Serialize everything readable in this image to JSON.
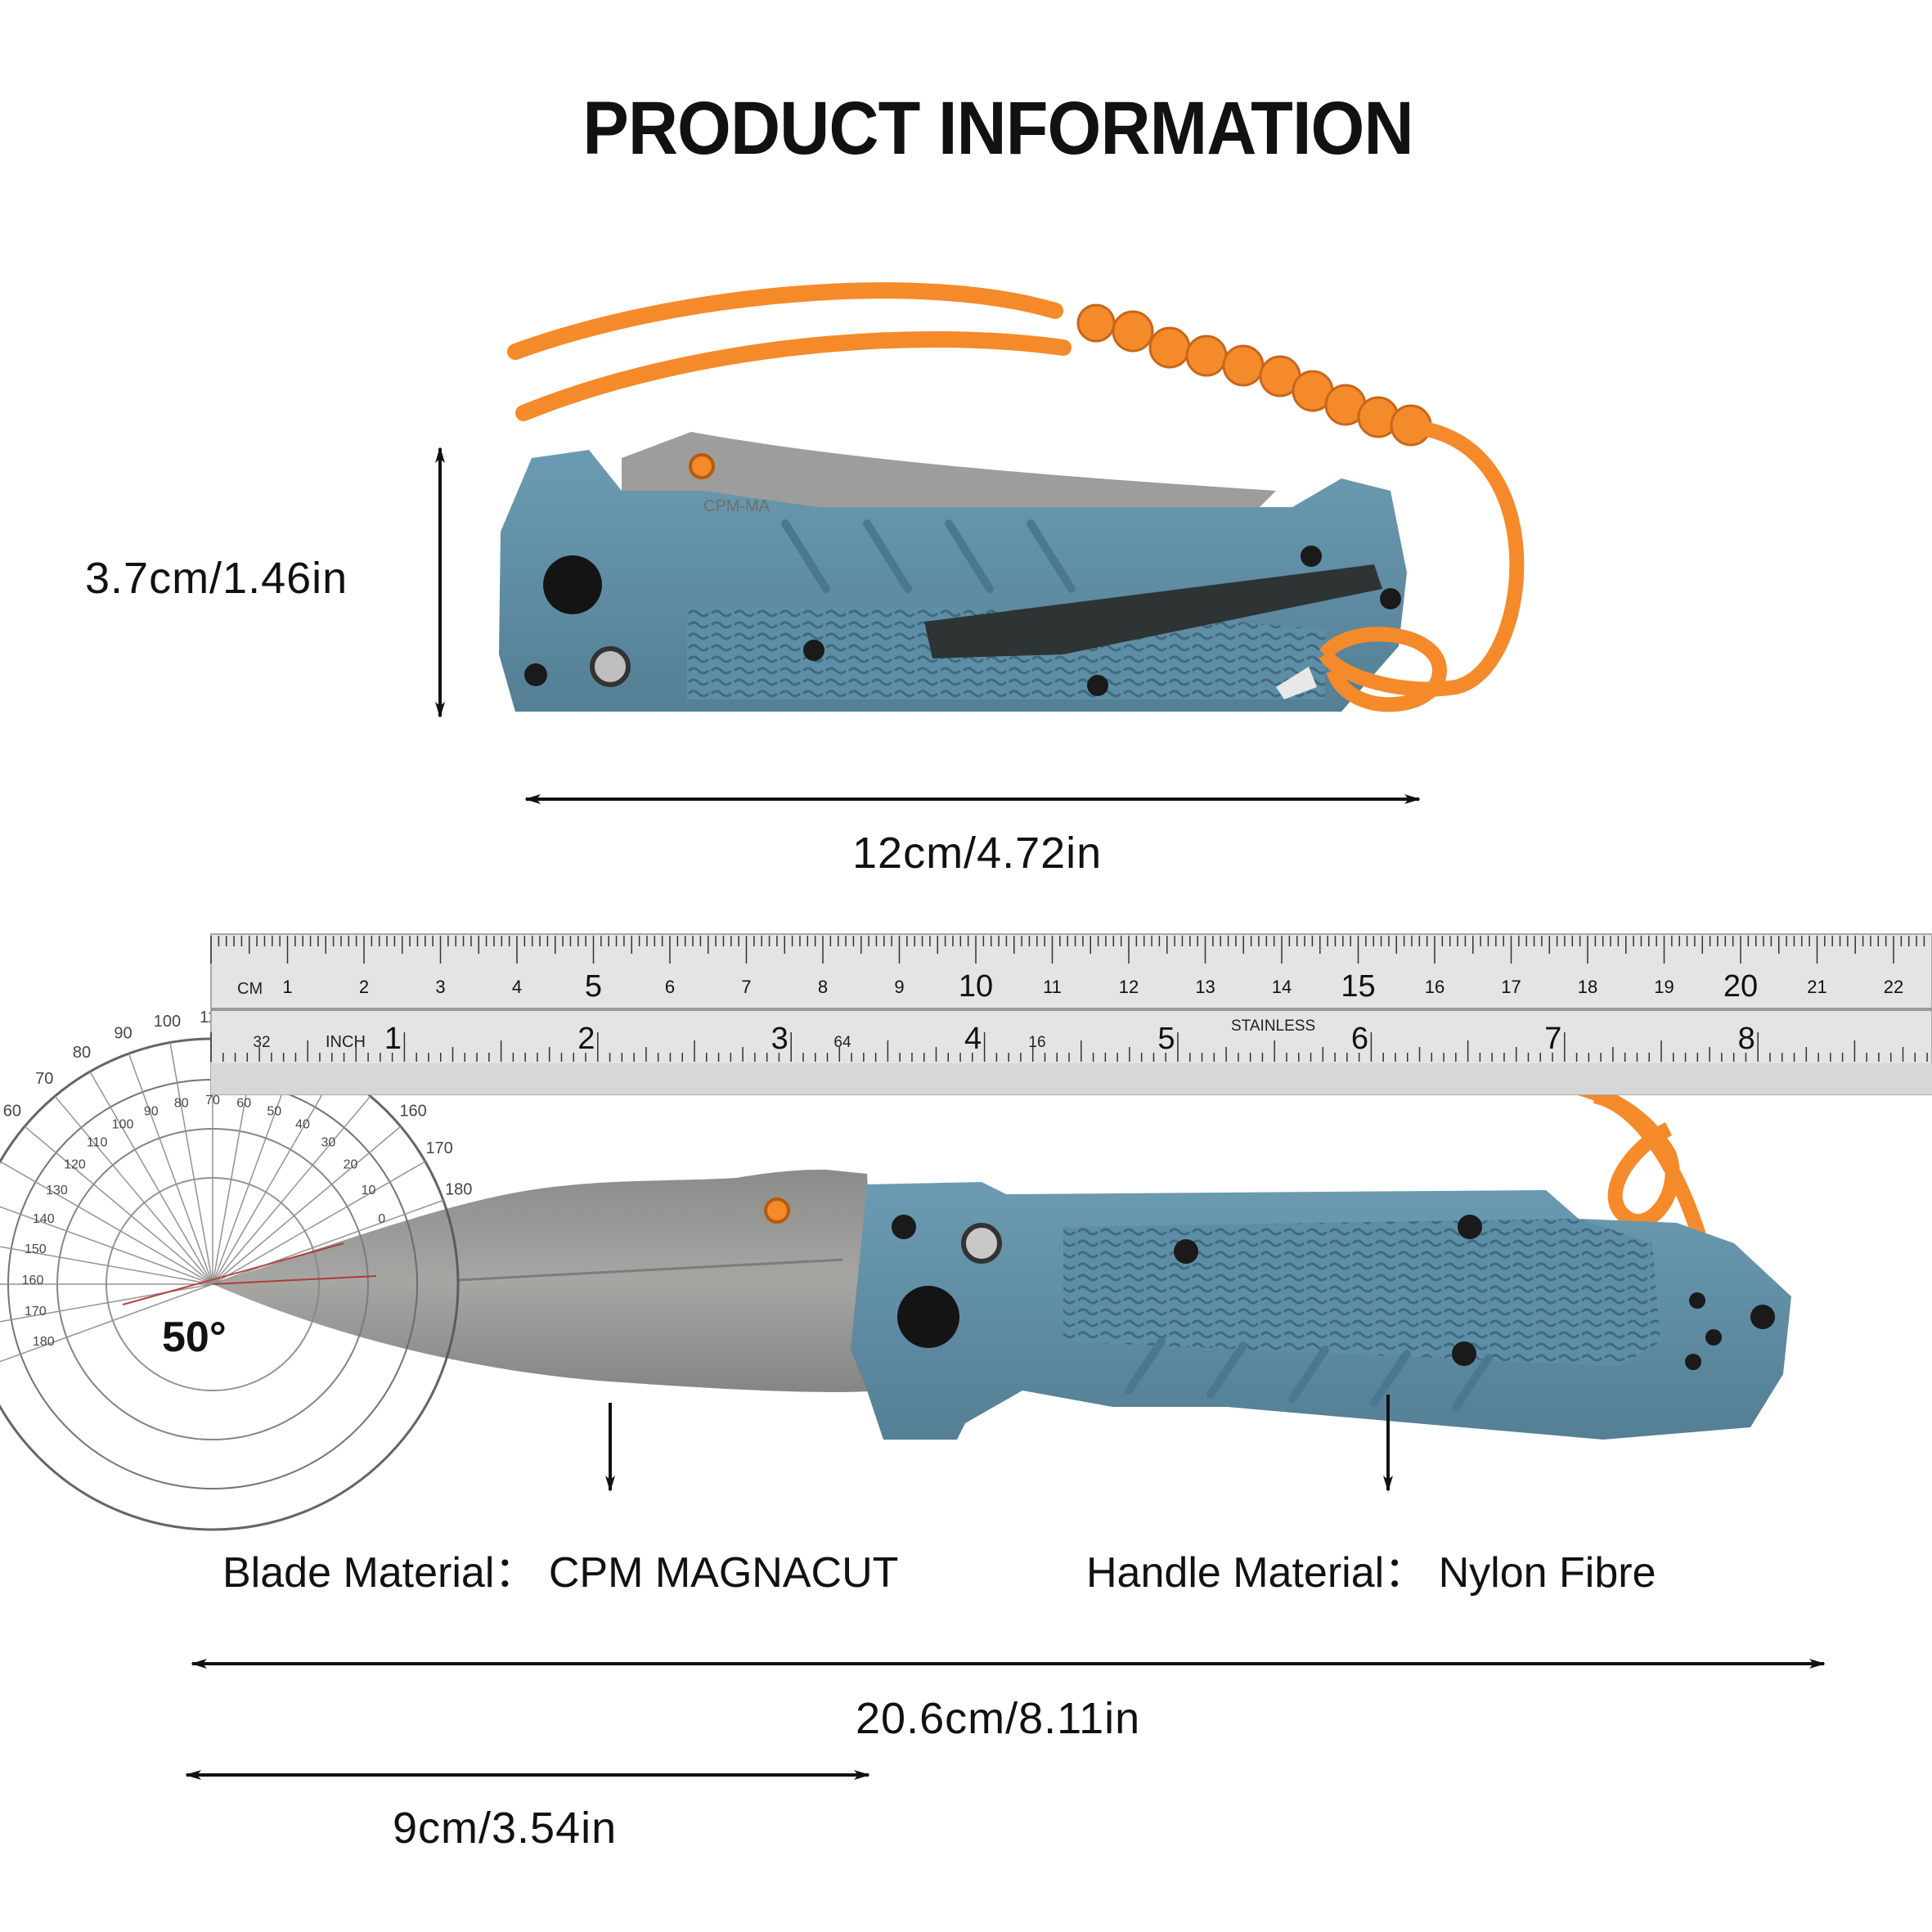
{
  "title": "PRODUCT INFORMATION",
  "folded": {
    "height": "3.7cm/1.46in",
    "length": "12cm/4.72in",
    "blade_stamp": "CPM-MA"
  },
  "ruler": {
    "cm_label": "CM",
    "inch_label": "INCH",
    "stainless_label": "STAINLESS",
    "left_labels": [
      "32",
      "64",
      "16"
    ],
    "cm_ticks": [
      "1",
      "2",
      "3",
      "4",
      "5",
      "6",
      "7",
      "8",
      "9",
      "10",
      "11",
      "12",
      "13",
      "14",
      "15",
      "16",
      "17",
      "18",
      "19",
      "20",
      "21",
      "22"
    ],
    "inch_ticks": [
      "1",
      "2",
      "3",
      "4",
      "5",
      "6",
      "7",
      "8"
    ]
  },
  "protractor": {
    "angle_label": "50°",
    "outer_scale": [
      "0",
      "10",
      "20",
      "30",
      "40",
      "50",
      "60",
      "70",
      "80",
      "90",
      "100",
      "110",
      "120",
      "130",
      "140",
      "150",
      "160",
      "170",
      "180"
    ],
    "inner_scale": [
      "180",
      "170",
      "160",
      "150",
      "140",
      "130",
      "120",
      "110",
      "100",
      "90",
      "80",
      "70",
      "60",
      "50",
      "40",
      "30",
      "20",
      "10",
      "0"
    ]
  },
  "materials": {
    "blade": "Blade Material： CPM MAGNACUT",
    "handle": "Handle Material： Nylon Fibre"
  },
  "opened": {
    "overall_length": "20.6cm/8.11in",
    "blade_length": "9cm/3.54in"
  },
  "colors": {
    "handle": "#5f8fa6",
    "handle_dark": "#3f6a80",
    "paracord": "#f58a2a",
    "blade": "#9a9a98",
    "ruler": "#e6e6e6"
  }
}
